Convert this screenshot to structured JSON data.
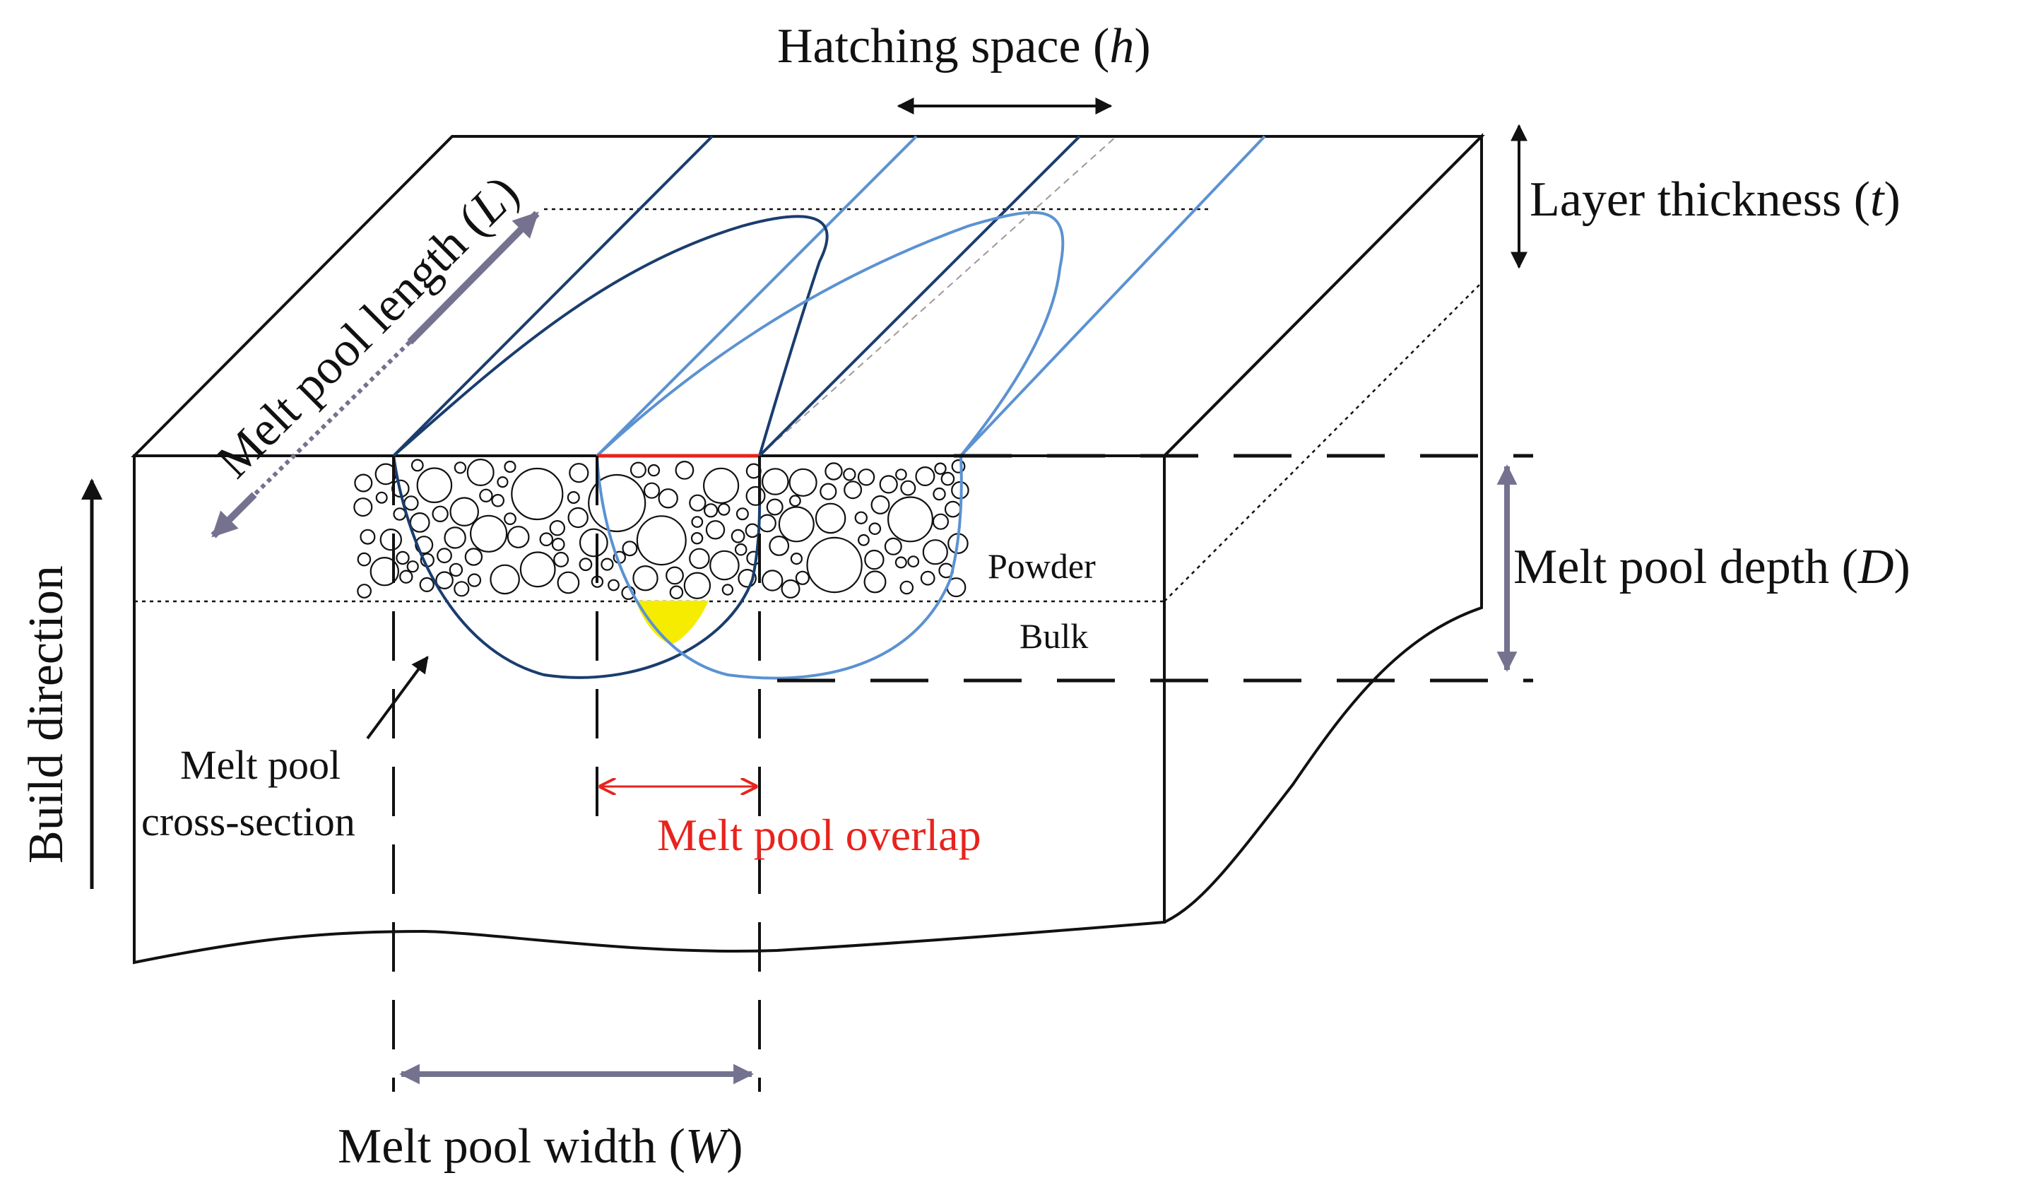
{
  "labels": {
    "hatching_space": "Hatching space (h)",
    "layer_thickness": "Layer thickness (t)",
    "melt_pool_length": "Melt pool length (L)",
    "melt_pool_depth": "Melt pool depth (D)",
    "melt_pool_width": "Melt pool width (W)",
    "build_direction": "Build direction",
    "powder": "Powder",
    "bulk": "Bulk",
    "melt_pool_cs_line1": "Melt pool",
    "melt_pool_cs_line2": "cross-section",
    "melt_pool_overlap": "Melt pool overlap"
  },
  "colors": {
    "outline": "#111111",
    "dark_track": "#1a3d6e",
    "light_track": "#5b92d2",
    "overlap": "#e8231d",
    "overlap_fill": "#f5ec00",
    "dimension_arrow": "#74728f"
  }
}
